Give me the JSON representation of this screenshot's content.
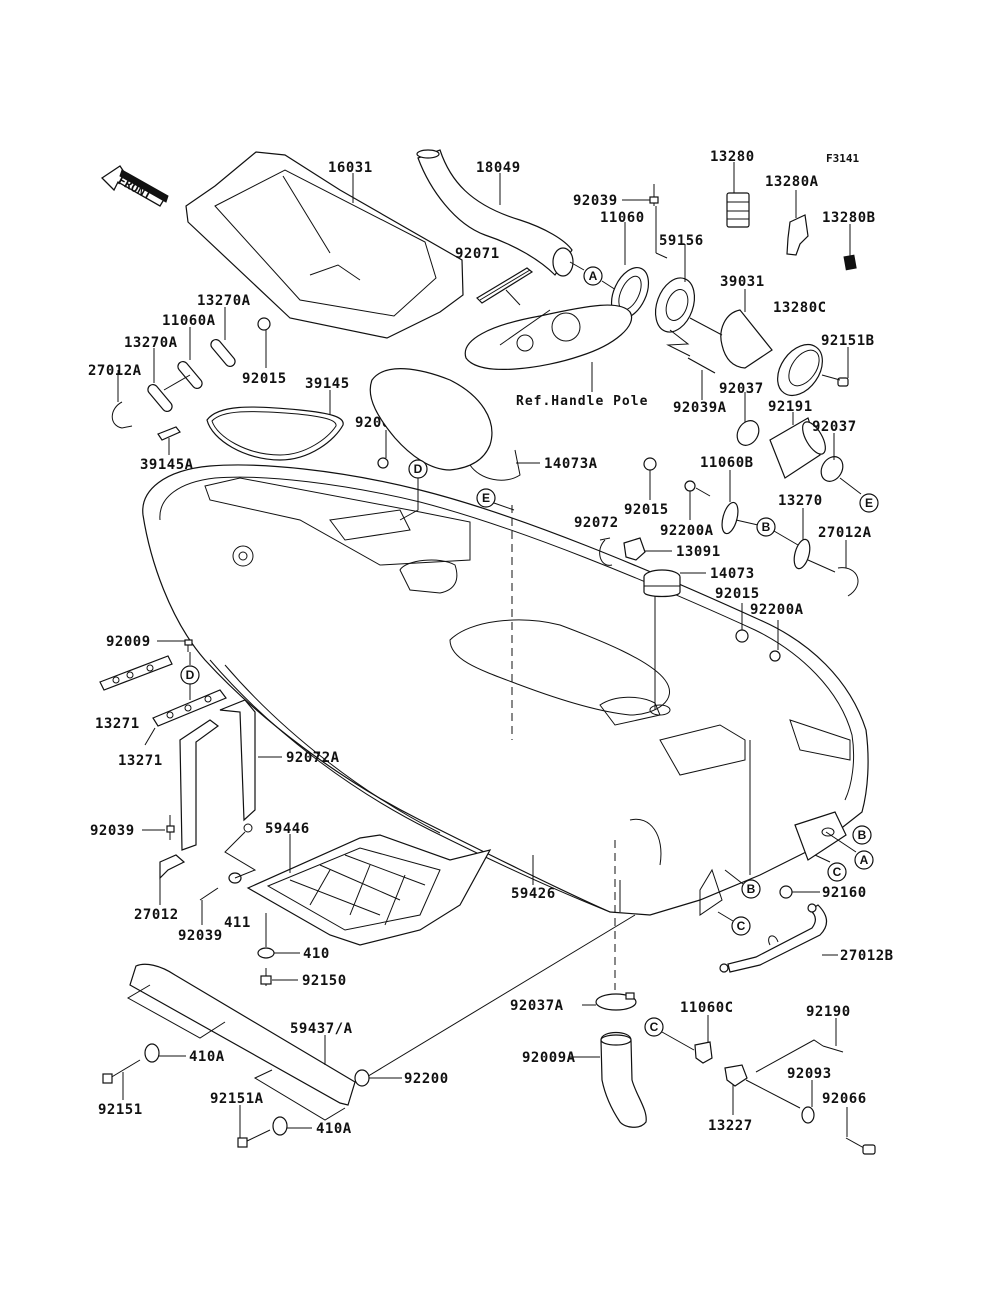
{
  "diagram": {
    "figure_id": "F3141",
    "front_label": "FRONT",
    "ref_note": "Ref.Handle Pole",
    "callouts": [
      "A",
      "B",
      "C",
      "D",
      "E"
    ],
    "parts": [
      {
        "id": "p16031",
        "label": "16031"
      },
      {
        "id": "p18049",
        "label": "18049"
      },
      {
        "id": "p13280",
        "label": "13280"
      },
      {
        "id": "p13280A",
        "label": "13280A"
      },
      {
        "id": "p13280B",
        "label": "13280B"
      },
      {
        "id": "p13280C",
        "label": "13280C"
      },
      {
        "id": "p92039_top",
        "label": "92039"
      },
      {
        "id": "p11060",
        "label": "11060"
      },
      {
        "id": "p59156",
        "label": "59156"
      },
      {
        "id": "p39031",
        "label": "39031"
      },
      {
        "id": "p92071",
        "label": "92071"
      },
      {
        "id": "p92151B",
        "label": "92151B"
      },
      {
        "id": "p13270A_1",
        "label": "13270A"
      },
      {
        "id": "p11060A",
        "label": "11060A"
      },
      {
        "id": "p13270A_2",
        "label": "13270A"
      },
      {
        "id": "p27012A_left",
        "label": "27012A"
      },
      {
        "id": "p92015_left",
        "label": "92015"
      },
      {
        "id": "p39145",
        "label": "39145"
      },
      {
        "id": "p39145A",
        "label": "39145A"
      },
      {
        "id": "p92002",
        "label": "92002"
      },
      {
        "id": "p92039A",
        "label": "92039A"
      },
      {
        "id": "p92037_1",
        "label": "92037"
      },
      {
        "id": "p92191",
        "label": "92191"
      },
      {
        "id": "p92037_2",
        "label": "92037"
      },
      {
        "id": "p14073A",
        "label": "14073A"
      },
      {
        "id": "p11060B",
        "label": "11060B"
      },
      {
        "id": "p92015_mid",
        "label": "92015"
      },
      {
        "id": "p92072",
        "label": "92072"
      },
      {
        "id": "p92200A_1",
        "label": "92200A"
      },
      {
        "id": "p13270",
        "label": "13270"
      },
      {
        "id": "p27012A_right",
        "label": "27012A"
      },
      {
        "id": "p13091",
        "label": "13091"
      },
      {
        "id": "p14073",
        "label": "14073"
      },
      {
        "id": "p92015_low",
        "label": "92015"
      },
      {
        "id": "p92200A_2",
        "label": "92200A"
      },
      {
        "id": "p92009",
        "label": "92009"
      },
      {
        "id": "p13271_1",
        "label": "13271"
      },
      {
        "id": "p13271_2",
        "label": "13271"
      },
      {
        "id": "p92072A",
        "label": "92072A"
      },
      {
        "id": "p92039_left",
        "label": "92039"
      },
      {
        "id": "p59446",
        "label": "59446"
      },
      {
        "id": "p27012",
        "label": "27012"
      },
      {
        "id": "p92039_low",
        "label": "92039"
      },
      {
        "id": "p411",
        "label": "411"
      },
      {
        "id": "p410",
        "label": "410"
      },
      {
        "id": "p92150",
        "label": "92150"
      },
      {
        "id": "p59426",
        "label": "59426"
      },
      {
        "id": "p92160",
        "label": "92160"
      },
      {
        "id": "p27012B",
        "label": "27012B"
      },
      {
        "id": "p59437A",
        "label": "59437/A"
      },
      {
        "id": "p410A_1",
        "label": "410A"
      },
      {
        "id": "p92151",
        "label": "92151"
      },
      {
        "id": "p92200",
        "label": "92200"
      },
      {
        "id": "p92151A",
        "label": "92151A"
      },
      {
        "id": "p410A_2",
        "label": "410A"
      },
      {
        "id": "p92037A",
        "label": "92037A"
      },
      {
        "id": "p11060C",
        "label": "11060C"
      },
      {
        "id": "p92009A",
        "label": "92009A"
      },
      {
        "id": "p92190",
        "label": "92190"
      },
      {
        "id": "p92093",
        "label": "92093"
      },
      {
        "id": "p13227",
        "label": "13227"
      },
      {
        "id": "p92066",
        "label": "92066"
      }
    ]
  }
}
